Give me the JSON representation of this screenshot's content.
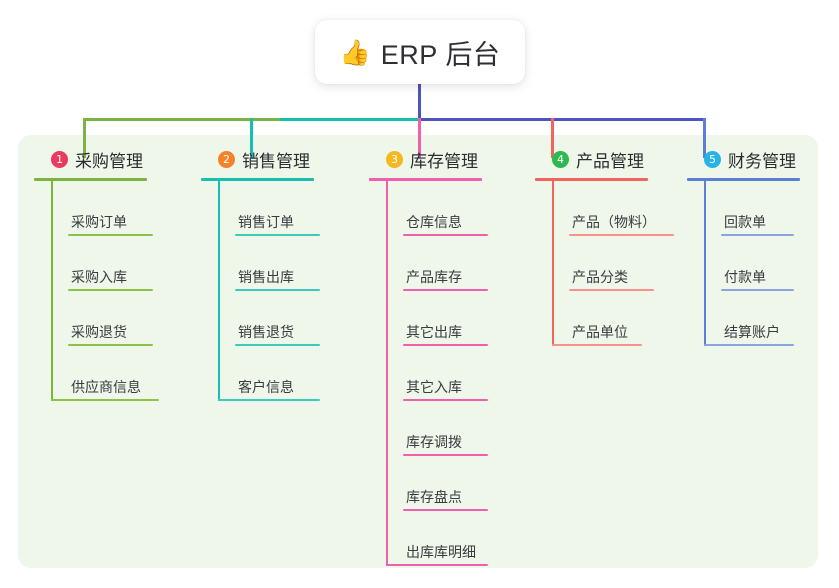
{
  "root": {
    "icon": "thumbs-up-icon",
    "emoji": "👍",
    "title": "ERP 后台"
  },
  "colors": {
    "panel_bg": "#eef7e9",
    "card_bg": "#ffffff",
    "root_line": "#4a55bf",
    "col1": "#7cb342",
    "col2": "#16bfae",
    "col3": "#ef5fab",
    "col4": "#f4645f",
    "col5": "#5b7fd4",
    "badge1": "#ea3a5d",
    "badge2": "#f5822a",
    "badge3": "#f5b820",
    "badge4": "#2fb84f",
    "badge5": "#27b3e8"
  },
  "columns": [
    {
      "number": "1",
      "title": "采购管理",
      "badge_color": "#ea3a5d",
      "line_color": "#7cb342",
      "items": [
        {
          "label": "采购订单"
        },
        {
          "label": "采购入库"
        },
        {
          "label": "采购退货"
        },
        {
          "label": "供应商信息"
        }
      ]
    },
    {
      "number": "2",
      "title": "销售管理",
      "badge_color": "#f5822a",
      "line_color": "#16bfae",
      "items": [
        {
          "label": "销售订单"
        },
        {
          "label": "销售出库"
        },
        {
          "label": "销售退货"
        },
        {
          "label": "客户信息"
        }
      ]
    },
    {
      "number": "3",
      "title": "库存管理",
      "badge_color": "#f5b820",
      "line_color": "#ef5fab",
      "items": [
        {
          "label": "仓库信息"
        },
        {
          "label": "产品库存"
        },
        {
          "label": "其它出库"
        },
        {
          "label": "其它入库"
        },
        {
          "label": "库存调拨"
        },
        {
          "label": "库存盘点"
        },
        {
          "label": "出库库明细"
        }
      ]
    },
    {
      "number": "4",
      "title": "产品管理",
      "badge_color": "#2fb84f",
      "line_color": "#f4645f",
      "items": [
        {
          "label": "产品（物料）"
        },
        {
          "label": "产品分类"
        },
        {
          "label": "产品单位"
        }
      ]
    },
    {
      "number": "5",
      "title": "财务管理",
      "badge_color": "#27b3e8",
      "line_color": "#5b7fd4",
      "items": [
        {
          "label": "回款单"
        },
        {
          "label": "付款单"
        },
        {
          "label": "结算账户"
        }
      ]
    }
  ]
}
